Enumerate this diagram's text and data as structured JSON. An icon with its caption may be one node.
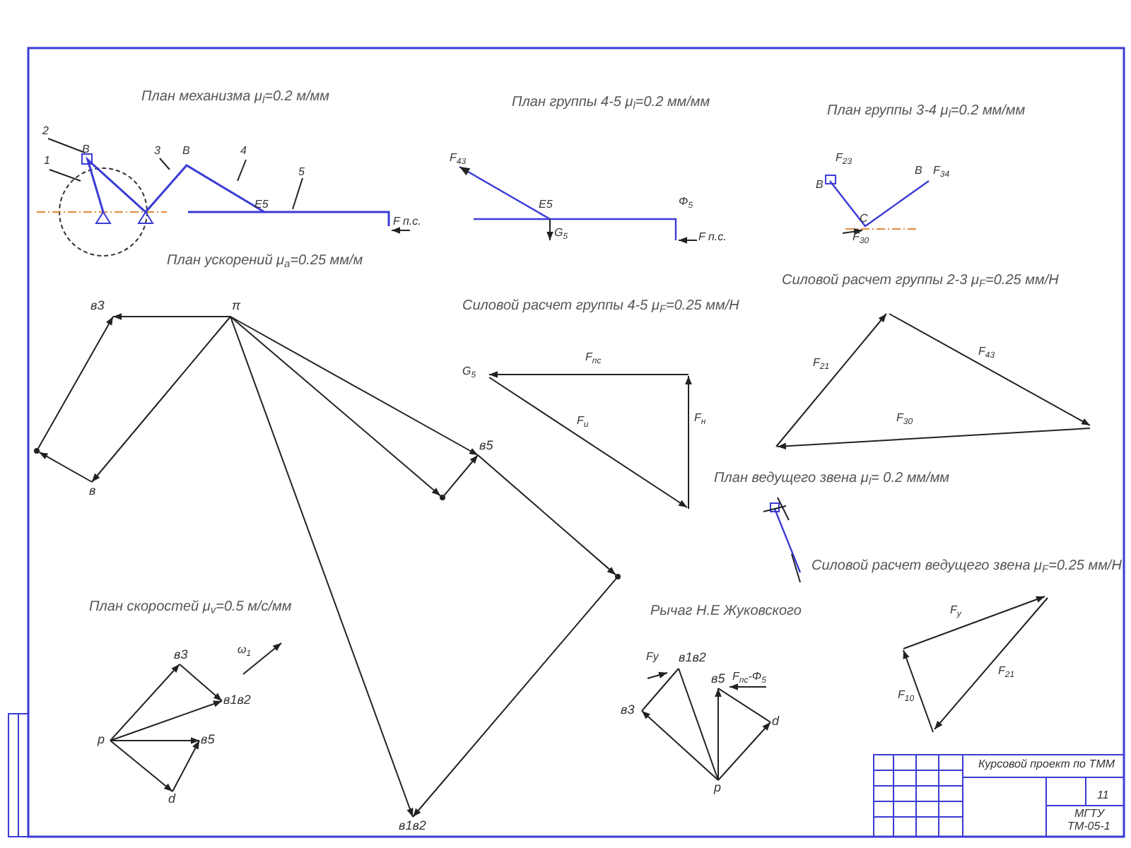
{
  "diagram": {
    "nodes": [
      {
        "text": [
          "π"
        ]
      },
      {
        "text": [
          "в3"
        ]
      },
      {
        "text": [],
        "shape": "point"
      },
      {
        "text": [
          "в"
        ]
      },
      {
        "text": [],
        "shape": "point"
      },
      {
        "text": [
          "в5"
        ]
      },
      {
        "text": [],
        "shape": "point"
      },
      {
        "text": [
          "в1в2"
        ]
      },
      {
        "text": [
          "p"
        ]
      },
      {
        "text": [
          "в3"
        ]
      },
      {
        "text": [
          "в1в2"
        ]
      },
      {
        "text": [
          "в5"
        ]
      },
      {
        "text": [
          "d"
        ]
      },
      {
        "text": [
          "в1в2"
        ]
      },
      {
        "text": [
          "в3"
        ]
      },
      {
        "text": [
          "в5"
        ]
      },
      {
        "text": [
          "d"
        ]
      },
      {
        "text": [
          "p"
        ]
      }
    ],
    "edges": [
      {
        "from": 0,
        "to": 1,
        "arrow": "to"
      },
      {
        "from": 2,
        "to": 1,
        "arrow": "to"
      },
      {
        "from": 3,
        "to": 2,
        "arrow": "to"
      },
      {
        "from": 0,
        "to": 3,
        "arrow": "to"
      },
      {
        "from": 0,
        "to": 4,
        "arrow": "to"
      },
      {
        "from": 4,
        "to": 5,
        "arrow": "to"
      },
      {
        "from": 0,
        "to": 5,
        "arrow": "to"
      },
      {
        "from": 5,
        "to": 6,
        "arrow": "to"
      },
      {
        "from": 6,
        "to": 7,
        "arrow": "to"
      },
      {
        "from": 0,
        "to": 7,
        "arrow": "to"
      },
      {
        "from": 8,
        "to": 9,
        "arrow": "to"
      },
      {
        "from": 8,
        "to": 10,
        "arrow": "to"
      },
      {
        "from": 8,
        "to": 11,
        "arrow": "to"
      },
      {
        "from": 8,
        "to": 12,
        "arrow": "to"
      },
      {
        "from": 9,
        "to": 10,
        "arrow": "to"
      },
      {
        "from": 12,
        "to": 11,
        "arrow": "to"
      },
      {
        "from": 17,
        "to": 13,
        "arrow": "none"
      },
      {
        "from": 17,
        "to": 14,
        "arrow": "to"
      },
      {
        "from": 13,
        "to": 14,
        "arrow": "none"
      },
      {
        "from": 17,
        "to": 15,
        "arrow": "to"
      },
      {
        "from": 17,
        "to": 16,
        "arrow": "to"
      },
      {
        "from": 15,
        "to": 16,
        "arrow": "none"
      }
    ],
    "labels": [
      "План механизма μ$_{l}$=0.2 м/мм",
      "План группы 4-5 μ$_{l}$=0.2 мм/мм",
      "План группы 3-4 μ$_{l}$=0.2 мм/мм",
      "2",
      "1",
      "B",
      "3",
      "B",
      "4",
      "5",
      "E5",
      "F п.с.",
      "F$_{43}$",
      "E5",
      "G$_{5}$",
      "Φ$_{5}$",
      "F п.с.",
      "F$_{23}$",
      "B",
      "B",
      "F$_{34}$",
      "C",
      "F$_{30}$",
      "План ускорений μ$_{a}$=0.25 мм/м",
      "Силовой расчет группы 2-3 μ$_{F}$=0.25 мм/Н",
      "Силовой расчет группы 4-5 μ$_{F}$=0.25 мм/Н",
      "G$_{5}$",
      "F$_{пс}$",
      "F$_{и}$",
      "F$_{н}$",
      "F$_{21}$",
      "F$_{43}$",
      "F$_{30}$",
      "План ведущего звена μ$_{l}$= 0.2 мм/мм",
      "Силовой расчет ведущего звена μ$_{F}$=0.25 мм/Н",
      "План скоростей μ$_{v}$=0.5 м/с/мм",
      "Рычаг Н.Е Жуковского",
      "ω$_{1}$",
      "F$_{у}$",
      "F$_{10}$",
      "F$_{21}$",
      "Fy",
      "F$_{пс}$-Φ$_{5}$",
      "Курсовой проект по ТММ",
      "11",
      "МГТУ",
      "ТМ-05-1"
    ]
  }
}
